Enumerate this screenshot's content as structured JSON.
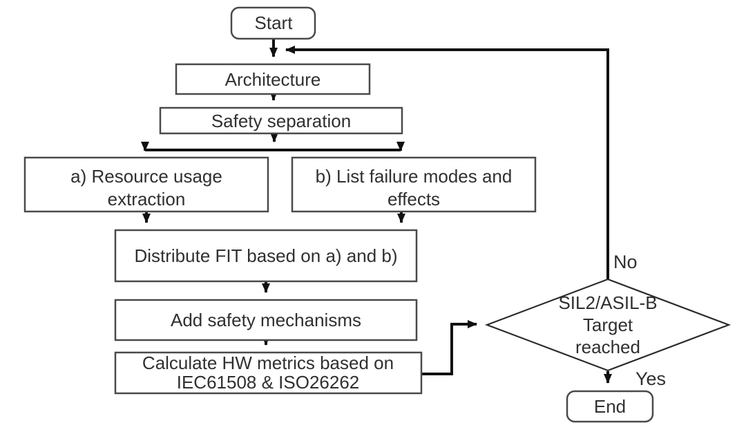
{
  "diagram": {
    "type": "flowchart",
    "nodes": {
      "start": {
        "label": "Start",
        "shape": "rounded-rect"
      },
      "architecture": {
        "label": "Architecture",
        "shape": "rect"
      },
      "safety_separation": {
        "label": "Safety separation",
        "shape": "rect"
      },
      "resource_usage": {
        "line1": "a) Resource usage",
        "line2": "extraction",
        "shape": "rect"
      },
      "failure_modes": {
        "line1": "b) List failure modes and",
        "line2": "effects",
        "shape": "rect"
      },
      "distribute_fit": {
        "label": "Distribute FIT based on a) and b)",
        "shape": "rect"
      },
      "add_safety_mechanisms": {
        "label": "Add safety mechanisms",
        "shape": "rect"
      },
      "calculate_metrics": {
        "line1": "Calculate HW metrics based on",
        "line2": "IEC61508 & ISO26262",
        "shape": "rect"
      },
      "decision": {
        "line1": "SIL2/ASIL-B",
        "line2": "Target",
        "line3": "reached",
        "shape": "diamond"
      },
      "end": {
        "label": "End",
        "shape": "rounded-rect"
      }
    },
    "edge_labels": {
      "no": "No",
      "yes": "Yes"
    },
    "edges": [
      "start -> architecture",
      "decision -> start/architecture junction (No feedback loop)",
      "architecture -> safety_separation",
      "safety_separation -> resource_usage",
      "safety_separation -> failure_modes",
      "resource_usage -> distribute_fit",
      "failure_modes -> distribute_fit",
      "distribute_fit -> add_safety_mechanisms",
      "add_safety_mechanisms -> calculate_metrics",
      "calculate_metrics -> decision",
      "decision -> end (Yes)"
    ],
    "colors": {
      "background": "#ffffff",
      "box_border": "#4a4a4a",
      "diamond_border": "#2b2b2b",
      "connector": "#111111",
      "text": "#303030"
    }
  }
}
